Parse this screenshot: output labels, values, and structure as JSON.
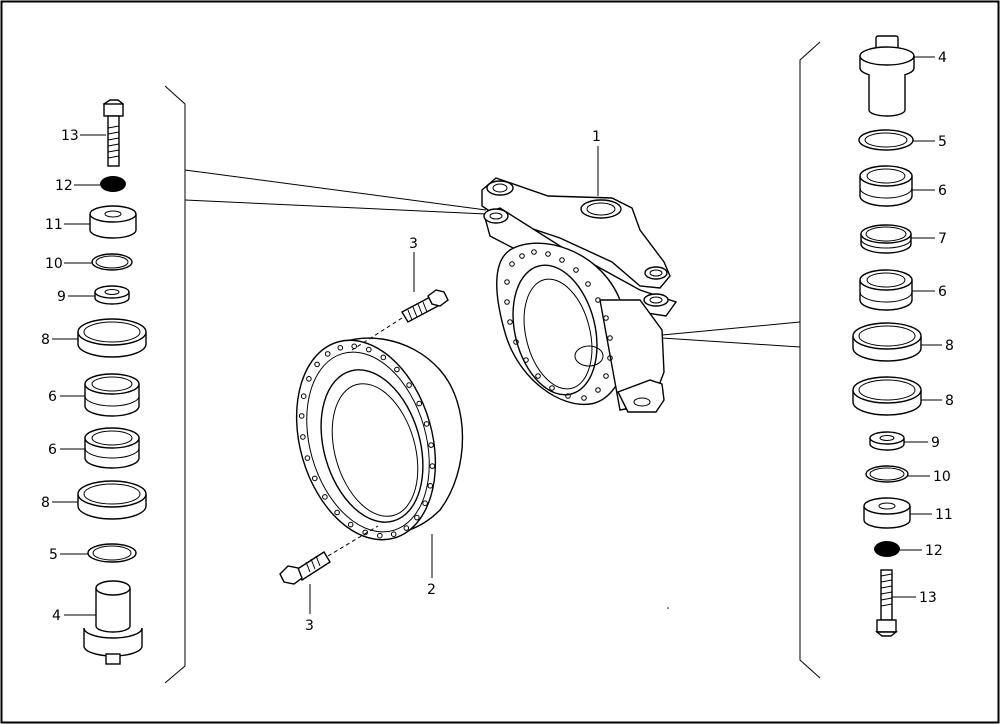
{
  "callouts": {
    "housing": "1",
    "bearing_ring": "2",
    "bolt_upper": "3",
    "bolt_lower": "3",
    "left": [
      "13",
      "12",
      "11",
      "10",
      "9",
      "8",
      "6",
      "6",
      "8",
      "5",
      "4"
    ],
    "right": [
      "4",
      "5",
      "6",
      "7",
      "6",
      "8",
      "8",
      "9",
      "10",
      "11",
      "12",
      "13"
    ]
  }
}
